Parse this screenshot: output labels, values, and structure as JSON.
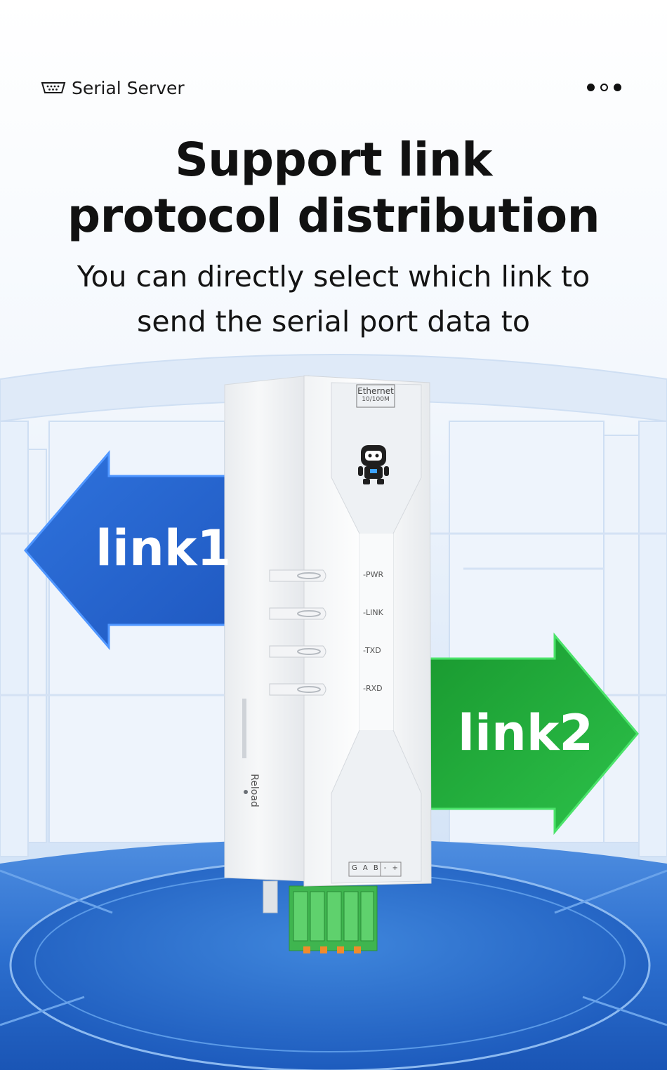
{
  "header": {
    "brand_label": "Serial Server",
    "brand_icon": "serial-port-icon",
    "pager_state": [
      "filled",
      "hollow",
      "filled"
    ]
  },
  "headline": {
    "line1": "Support link",
    "line2": "protocol distribution"
  },
  "description": {
    "line1": "You can directly select which link to",
    "line2": "send the serial port data to"
  },
  "arrows": {
    "left_label": "link1",
    "right_label": "link2",
    "left_color": "#2b68cf",
    "right_color": "#1fa637"
  },
  "device": {
    "port_label": "Ethernet",
    "port_sub_label": "10/100M",
    "leds": [
      "-PWR",
      "-LINK",
      "-TXD",
      "-RXD"
    ],
    "reload_label": "Reload",
    "terminal_labels": [
      "G",
      "A",
      "B",
      "-",
      "+"
    ]
  }
}
